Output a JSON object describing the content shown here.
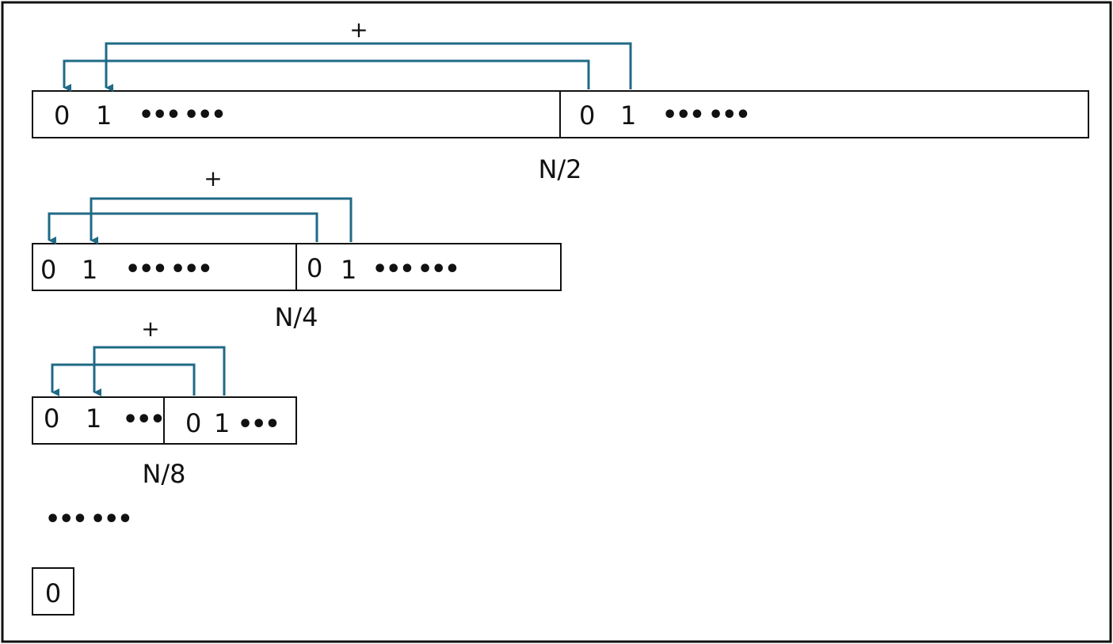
{
  "colors": {
    "arrow": "#1f6a86",
    "border": "#111111",
    "text": "#111111"
  },
  "row1": {
    "left": {
      "i0": "0",
      "i1": "1",
      "dots_a": "•••",
      "dots_b": "•••"
    },
    "right": {
      "i0": "0",
      "i1": "1",
      "dots_a": "•••",
      "dots_b": "•••"
    },
    "op": "+",
    "split_label": "N/2"
  },
  "row2": {
    "left": {
      "i0": "0",
      "i1": "1",
      "dots_a": "•••",
      "dots_b": "•••"
    },
    "right": {
      "i0": "0",
      "i1": "1",
      "dots_a": "•••",
      "dots_b": "•••"
    },
    "op": "+",
    "split_label": "N/4"
  },
  "row3": {
    "left": {
      "i0": "0",
      "i1": "1",
      "dots_a": "•••"
    },
    "right": {
      "i0": "0",
      "i1": "1",
      "dots_a": "•••"
    },
    "op": "+",
    "split_label": "N/8"
  },
  "continuation": {
    "dots_a": "•••",
    "dots_b": "•••"
  },
  "final": {
    "value": "0"
  }
}
